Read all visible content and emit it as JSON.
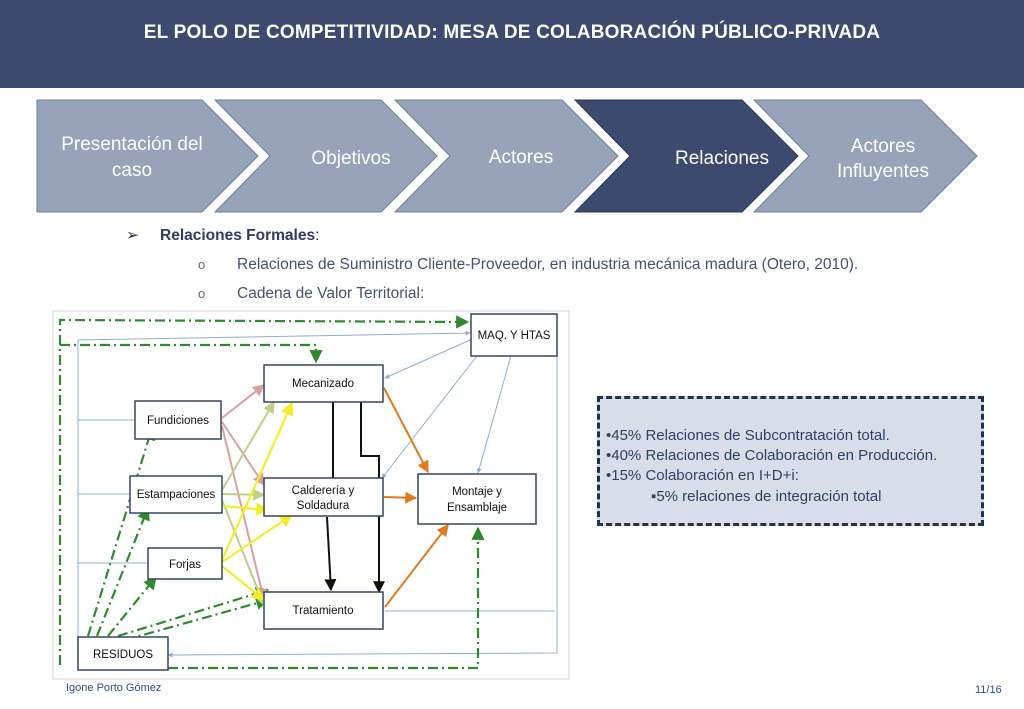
{
  "title": "EL POLO DE COMPETITIVIDAD: MESA DE COLABORACIÓN PÚBLICO-PRIVADA",
  "steps": [
    {
      "lines": [
        "Presentación del",
        "caso"
      ],
      "active": false
    },
    {
      "lines": [
        "Objetivos"
      ],
      "active": false
    },
    {
      "lines": [
        "Actores"
      ],
      "active": false
    },
    {
      "lines": [
        "Relaciones"
      ],
      "active": true
    },
    {
      "lines": [
        "Actores",
        "Influyentes"
      ],
      "active": false
    }
  ],
  "colors": {
    "header": "#3b4a6e",
    "step_inactive": "#97a3b9",
    "step_active": "#3b4a6e",
    "stats_bg": "#d9dde7"
  },
  "content": {
    "main_bullet_label": "Relaciones Formales",
    "main_bullet_suffix": ":",
    "sub1": "Relaciones de Suministro Cliente-Proveedor, en industria mecánica madura (Otero, 2010).",
    "sub2": "Cadena de Valor Territorial:"
  },
  "diagram": {
    "nodes": {
      "maq": "MAQ. Y HTAS",
      "mecanizado": "Mecanizado",
      "fundiciones": "Fundiciones",
      "estampaciones": "Estampaciones",
      "caldereria1": "Calderería y",
      "caldereria2": "Soldadura",
      "montaje1": "Montaje y",
      "montaje2": "Ensamblaje",
      "forjas": "Forjas",
      "tratamiento": "Tratamiento",
      "residuos": "RESIDUOS"
    }
  },
  "stats": {
    "l1": "•45% Relaciones de Subcontratación total.",
    "l2": "•40% Relaciones de Colaboración en Producción.",
    "l3": "•15% Colaboración en I+D+i:",
    "l4": "▪5% relaciones de integración total"
  },
  "footer": {
    "author": "Igone Porto Gómez",
    "page": "11/16"
  }
}
